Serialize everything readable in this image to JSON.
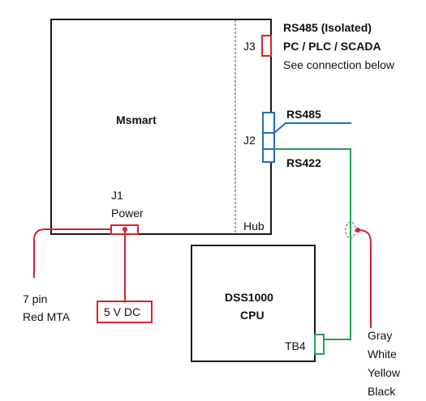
{
  "msmart": {
    "title": "Msmart",
    "hub_label": "Hub",
    "j1": {
      "designator": "J1",
      "label": "Power"
    },
    "j2": {
      "designator": "J2"
    },
    "j3": {
      "designator": "J3"
    }
  },
  "rs485_isolated": {
    "line1": "RS485 (Isolated)",
    "line2": "PC / PLC / SCADA",
    "line3": "See connection below"
  },
  "bus": {
    "rs485": "RS485",
    "rs422": "RS422"
  },
  "power": {
    "connector_line1": "7 pin",
    "connector_line2": "Red MTA",
    "supply": "5 V DC"
  },
  "dss": {
    "line1": "DSS1000",
    "line2": "CPU",
    "terminal": "TB4"
  },
  "wires": [
    "Gray",
    "White",
    "Yellow",
    "Black"
  ],
  "colors": {
    "outline": "#1a1a1a",
    "power_red": "#d6222e",
    "rs485_blue": "#1f6fb5",
    "rs422_green": "#22a05a",
    "dashed_gray": "#888888"
  }
}
